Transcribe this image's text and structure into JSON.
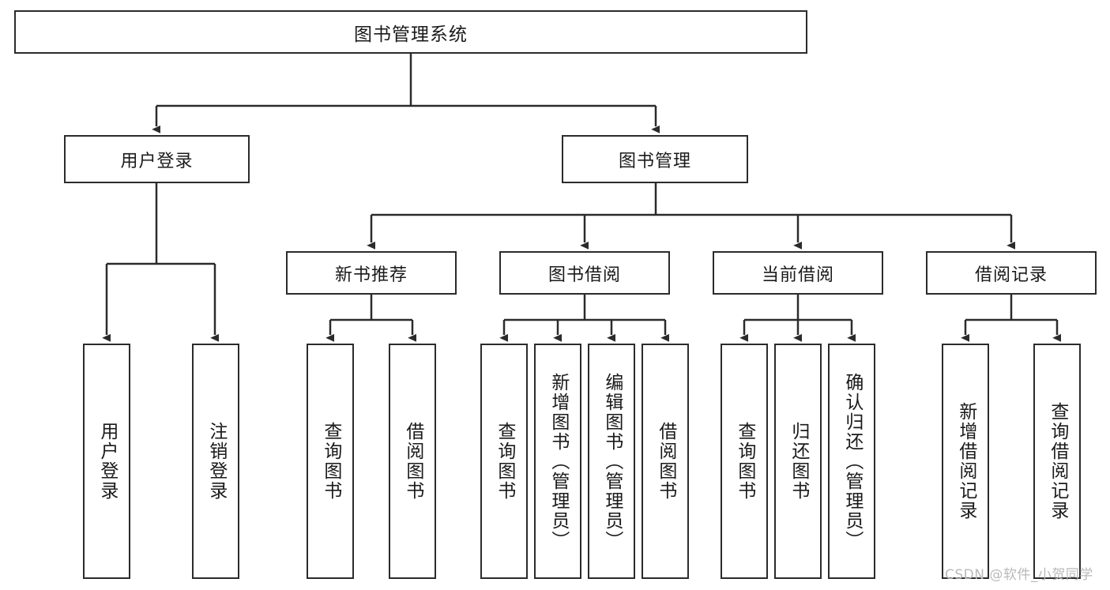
{
  "diagram": {
    "title": "图书管理系统",
    "type": "hierarchy-tree",
    "root": {
      "id": "root",
      "label": "图书管理系统"
    },
    "level2": [
      {
        "id": "user-login",
        "label": "用户登录"
      },
      {
        "id": "book-manage",
        "label": "图书管理"
      }
    ],
    "level3": [
      {
        "id": "new-book-recommend",
        "label": "新书推荐",
        "parent": "book-manage"
      },
      {
        "id": "book-borrow",
        "label": "图书借阅",
        "parent": "book-manage"
      },
      {
        "id": "current-borrow",
        "label": "当前借阅",
        "parent": "book-manage"
      },
      {
        "id": "borrow-record",
        "label": "借阅记录",
        "parent": "book-manage"
      }
    ],
    "leaves": [
      {
        "id": "leaf-user-login",
        "label": "用户登录",
        "parent": "user-login"
      },
      {
        "id": "leaf-logout-login",
        "label": "注销登录",
        "parent": "user-login"
      },
      {
        "id": "leaf-query-book-1",
        "label": "查询图书",
        "parent": "new-book-recommend"
      },
      {
        "id": "leaf-borrow-book-1",
        "label": "借阅图书",
        "parent": "new-book-recommend"
      },
      {
        "id": "leaf-query-book-2",
        "label": "查询图书",
        "parent": "book-borrow"
      },
      {
        "id": "leaf-add-book",
        "label": "新增图书（管理员）",
        "parent": "book-borrow"
      },
      {
        "id": "leaf-edit-book",
        "label": "编辑图书（管理员）",
        "parent": "book-borrow"
      },
      {
        "id": "leaf-borrow-book-2",
        "label": "借阅图书",
        "parent": "book-borrow"
      },
      {
        "id": "leaf-query-book-3",
        "label": "查询图书",
        "parent": "current-borrow"
      },
      {
        "id": "leaf-return-book",
        "label": "归还图书",
        "parent": "current-borrow"
      },
      {
        "id": "leaf-confirm-return",
        "label": "确认归还（管理员）",
        "parent": "current-borrow"
      },
      {
        "id": "leaf-add-record",
        "label": "新增借阅记录",
        "parent": "borrow-record"
      },
      {
        "id": "leaf-query-record",
        "label": "查询借阅记录",
        "parent": "borrow-record"
      }
    ],
    "watermark": "CSDN @软件_小贺同学",
    "colors": {
      "stroke": "#2b2b2b",
      "background": "#ffffff",
      "text": "#1a1a1a",
      "watermark": "#b9b9b9"
    }
  }
}
